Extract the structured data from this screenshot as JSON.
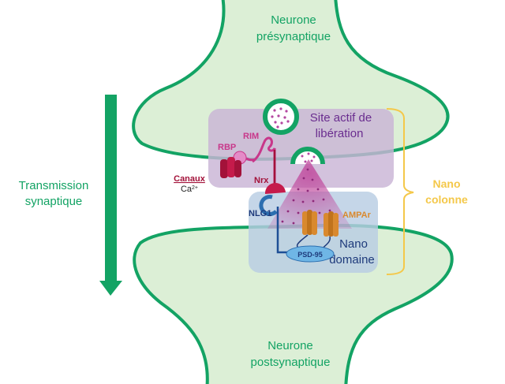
{
  "labels": {
    "presynaptic_line1": "Neurone",
    "presynaptic_line2": "présynaptique",
    "postsynaptic_line1": "Neurone",
    "postsynaptic_line2": "postsynaptique",
    "transmission_line1": "Transmission",
    "transmission_line2": "synaptique",
    "active_site_line1": "Site actif de",
    "active_site_line2": "libération",
    "nano_column_line1": "Nano",
    "nano_column_line2": "colonne",
    "nano_domain_line1": "Nano",
    "nano_domain_line2": "domaine",
    "rim": "RIM",
    "rbp": "RBP",
    "channels_line1": "Canaux",
    "channels_line2": "Ca",
    "channels_superscript": "2+",
    "nrx": "Nrx",
    "nlg1": "NLG1",
    "ampar": "AMPAr",
    "psd95": "PSD-95"
  },
  "colors": {
    "neuron_fill": "#dcefd6",
    "neuron_outline": "#13a364",
    "arrow": "#13a364",
    "active_zone_box": "#c9b4d6",
    "nano_domain_box": "#b8cde3",
    "nano_column_bracket": "#f4c84a",
    "purple_text": "#6a2d8f",
    "pink_text": "#c8378a",
    "crimson": "#a3123a",
    "ampar": "#d9892e",
    "psd95": "#6fb6e6",
    "navy_text": "#1e3a7b"
  }
}
